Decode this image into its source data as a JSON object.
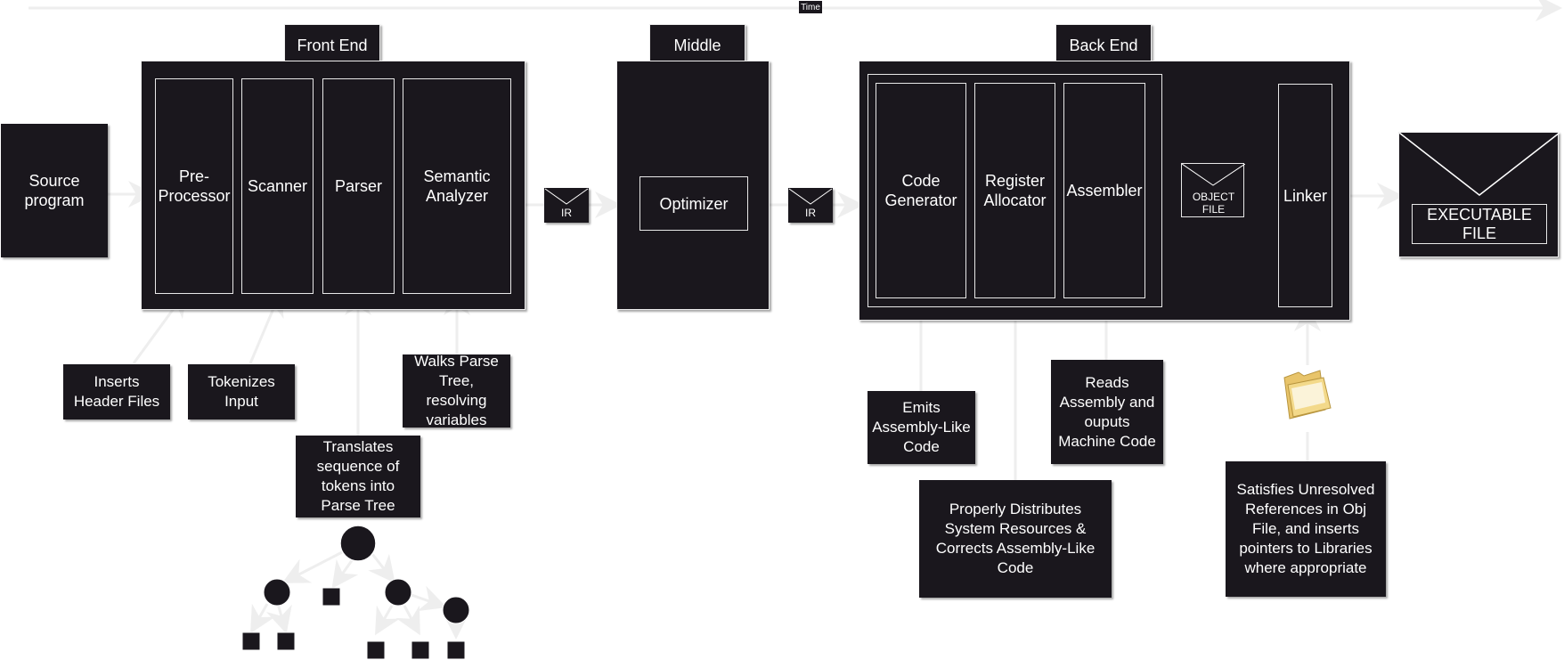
{
  "timeline": {
    "label": "Time"
  },
  "sections": {
    "front": "Front End",
    "middle": "Middle",
    "back": "Back End"
  },
  "source": "Source\nprogram",
  "front_stages": [
    "Pre-\nProcessor",
    "Scanner",
    "Parser",
    "Semantic\nAnalyzer"
  ],
  "ir_label": "IR",
  "optimizer": "Optimizer",
  "back_stages": [
    "Code\nGenerator",
    "Register\nAllocator",
    "Assembler"
  ],
  "object_file": "OBJECT\nFILE",
  "linker": "Linker",
  "executable": "EXECUTABLE\nFILE",
  "notes": {
    "preprocessor": "Inserts\nHeader Files",
    "scanner": "Tokenizes\nInput",
    "parser": "Translates\nsequence of\ntokens into\nParse Tree",
    "semantic": "Walks Parse\nTree,\nresolving\nvariables",
    "codegen": "Emits\nAssembly-Like\nCode",
    "regalloc": "Properly Distributes\nSystem Resources &\nCorrects Assembly-Like\nCode",
    "assembler": "Reads\nAssembly and\nouputs\nMachine Code",
    "linker": "Satisfies Unresolved\nReferences in Obj\nFile, and inserts\npointers to Libraries\nwhere appropriate"
  },
  "icons": {
    "folder": "folder-icon",
    "envelope": "envelope-icon",
    "tree": "parse-tree-icon"
  },
  "colors": {
    "box": "#1a171d",
    "arrow": "#eeeeee",
    "border": "#ffffff"
  }
}
